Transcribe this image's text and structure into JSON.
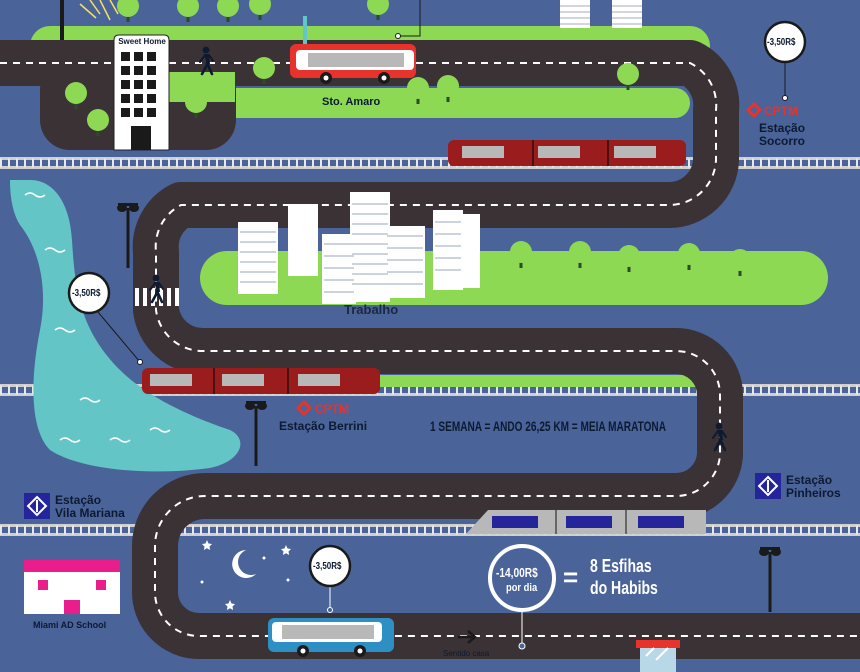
{
  "labels": {
    "sweet_home": "Sweet Home",
    "sto_amaro": "Sto. Amaro",
    "trabalho": "Trabalho",
    "school": "Miami AD School",
    "sentido": "Sentido casa",
    "summary": "1 SEMANA = ANDO 26,25 KM = MEIA MARATONA"
  },
  "stations": {
    "socorro": {
      "brand": "CPTM",
      "line1": "Estação",
      "line2": "Socorro"
    },
    "berrini": {
      "brand": "CPTM",
      "line1": "Estação Berrini"
    },
    "pinheiros": {
      "line1": "Estação",
      "line2": "Pinheiros"
    },
    "vila_mariana": {
      "line1": "Estação",
      "line2": "Vila Mariana"
    }
  },
  "prices": {
    "socorro": "-3,50R$",
    "left": "-3,50R$",
    "bus": "-3,50R$",
    "daily_1": "-14,00R$",
    "daily_2": "por dia"
  },
  "equals": "=",
  "equivalent": {
    "line1": "8 Esfihas",
    "line2": "do Habibs"
  },
  "colors": {
    "background": "#4a6399",
    "road": "#3b3236",
    "grass": "#8ed954",
    "water": "#63c5c5",
    "train_red": "#9b1c1c",
    "train_gray": "#b8b8b8",
    "bus_red": "#e8322c",
    "bus_blue": "#2d8fc4",
    "school_pink": "#e91e8c"
  }
}
